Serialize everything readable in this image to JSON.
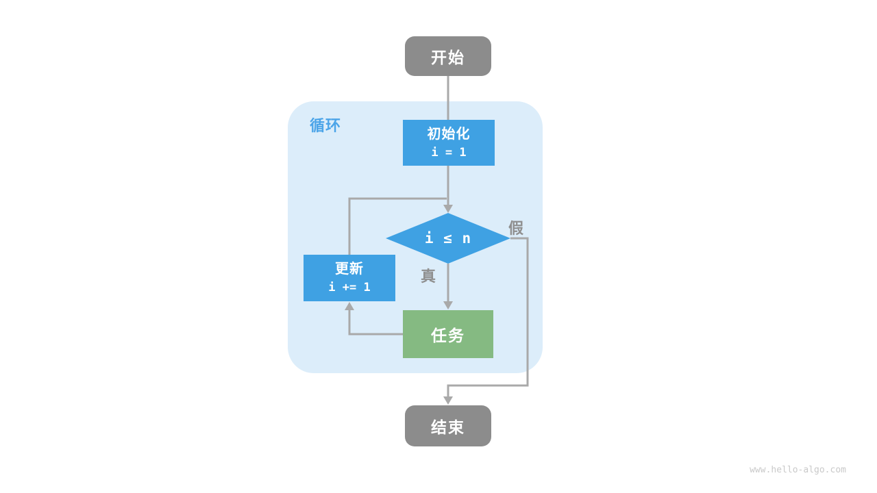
{
  "diagram": {
    "loop": {
      "label": "循环"
    },
    "nodes": {
      "start": {
        "label": "开始"
      },
      "init": {
        "title": "初始化",
        "code": "i = 1"
      },
      "condition": {
        "expr": "i ≤ n"
      },
      "update": {
        "title": "更新",
        "code": "i += 1"
      },
      "task": {
        "label": "任务"
      },
      "end": {
        "label": "结束"
      }
    },
    "branches": {
      "true_label": "真",
      "false_label": "假"
    },
    "watermark": "www.hello-algo.com",
    "colors": {
      "node_blue": "#3fa1e3",
      "node_green": "#85ba82",
      "node_gray": "#8c8c8c",
      "loop_background": "#dcedfa",
      "loop_label_blue": "#4ba4e8",
      "connector_gray": "#a9a9a9",
      "branch_label_gray": "#8f8f8f",
      "watermark_gray": "#c9c9c9"
    }
  }
}
